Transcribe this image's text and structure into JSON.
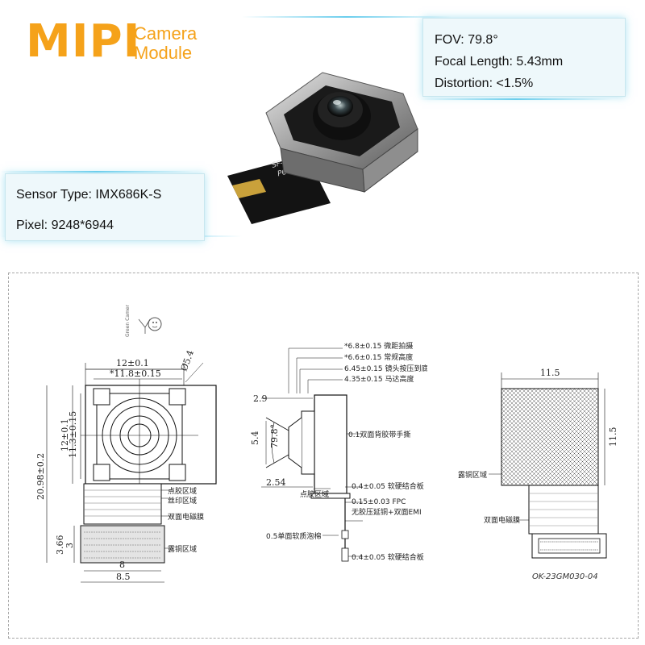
{
  "brand": {
    "title": "MIPI",
    "subtitle_line1": "Camera",
    "subtitle_line2": "Module",
    "color": "#f5a21a"
  },
  "specs_right": {
    "fov": "FOV: 79.8°",
    "focal_length": "Focal Length: 5.43mm",
    "distortion": "Distortion: <1.5%"
  },
  "specs_left": {
    "sensor_type": "Sensor Type: IMX686K-S",
    "pixel": "Pixel: 9248*6944"
  },
  "fpc_marking": {
    "line1": "SF-SC686-",
    "line2": "P60-B V1.0"
  },
  "drawing": {
    "front": {
      "width": "12±0.1",
      "inner_width": "*11.8±0.15",
      "corner": "Ø5.4",
      "height": "12±0.1",
      "inner_height": "11.3±0.15",
      "total_height": "20.98±0.2",
      "fpc_len_a": "3.66",
      "fpc_len_b": "3",
      "fpc_width_a": "8",
      "fpc_width_b": "8.5",
      "label_glue": "点胶区域",
      "label_print": "丝印区域",
      "label_emi": "双面电磁膜",
      "label_copper": "露铜区域"
    },
    "side": {
      "h1": "*6.8±0.15 微距拍摄",
      "h2": "*6.6±0.15 常规高度",
      "h3": "6.45±0.15 镜头按压到底的高度",
      "h4": "4.35±0.15 马达高度",
      "lens_dia": "2.9",
      "lens_h": "5.4",
      "angle": "79.8°",
      "tape": "0.1双面背胶带手撕",
      "base": "2.54",
      "glue": "点胶区域",
      "stiff1": "0.4±0.05 软硬结合板",
      "fpc": "0.15±0.03 FPC",
      "fpc_note": "无胶压延铜+双面EMI",
      "foam": "0.5单面软质泡棉",
      "stiff2": "0.4±0.05 软硬结合板"
    },
    "back": {
      "width": "11.5",
      "height": "11.5",
      "label_copper": "露铜区域",
      "label_emi": "双面电磁膜",
      "part_no": "OK-23GM030-04"
    }
  }
}
